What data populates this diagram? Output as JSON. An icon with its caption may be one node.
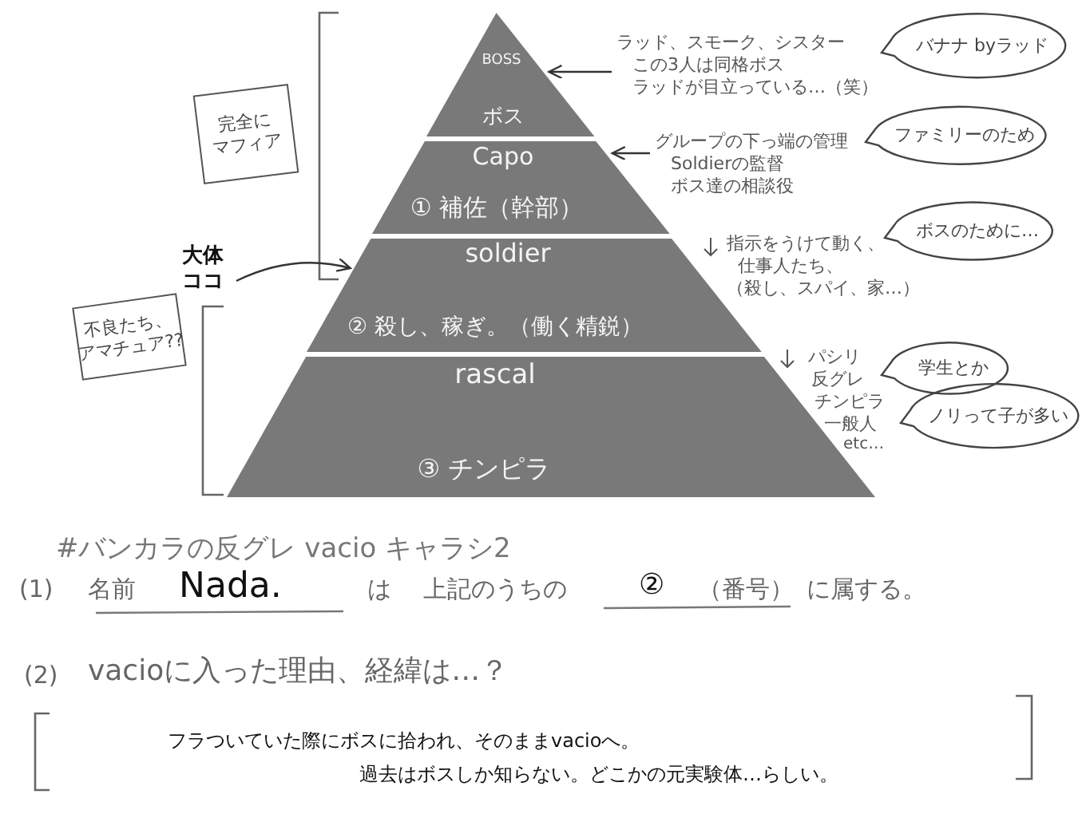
{
  "diagram": {
    "title": "#バンカラの反グレ vacio キャラシ2",
    "nodes": [
      {
        "text": [
          "BOSS",
          "ボス"
        ]
      },
      {
        "text": [
          "Capo",
          "① 補佐（幹部）"
        ]
      },
      {
        "text": [
          "soldier",
          "② 殺し、稼ぎ。（働く精鋭）"
        ]
      },
      {
        "text": [
          "rascal",
          "③ チンピラ"
        ]
      },
      {
        "text": [
          "ラッド、スモーク、シスター",
          "この3人は同格ボス",
          "ラッドが目立っている…（笑）"
        ]
      },
      {
        "text": [
          "バナナ byラッド"
        ]
      },
      {
        "text": [
          "グループの下っ端の管理",
          "Soldierの監督",
          "ボス達の相談役"
        ]
      },
      {
        "text": [
          "ファミリーのため"
        ]
      },
      {
        "text": [
          "ボスのために…"
        ]
      },
      {
        "text": [
          "学生とか"
        ]
      },
      {
        "text": [
          "ノリって子が多い"
        ]
      },
      {
        "text": [
          "完全に",
          "マフィア"
        ]
      },
      {
        "text": [
          "大体ココ"
        ]
      },
      {
        "text": [
          "不良たち、",
          "アマチュア??"
        ]
      }
    ],
    "edges": [
      {
        "from": 4,
        "to": 0,
        "arrow": "to"
      },
      {
        "from": 6,
        "to": 1,
        "arrow": "to"
      },
      {
        "from": 12,
        "to": 2,
        "arrow": "to"
      }
    ],
    "labels": [
      "指示をうけて動く、",
      "仕事人たち、",
      "（殺し、スパイ、家…）",
      "パシリ",
      "反グレ",
      "チンピラ",
      "一般人",
      "etc…",
      "(1)",
      "名前",
      "Nada.",
      "は",
      "上記のうちの",
      "②",
      "（番号）",
      "に属する。",
      "(2)",
      "vacioに入った理由、経緯は…？",
      "フラついていた際にボスに拾われ、そのままvacioへ。",
      "過去はボスしか知らない。どこかの元実験体…らしい。"
    ]
  }
}
